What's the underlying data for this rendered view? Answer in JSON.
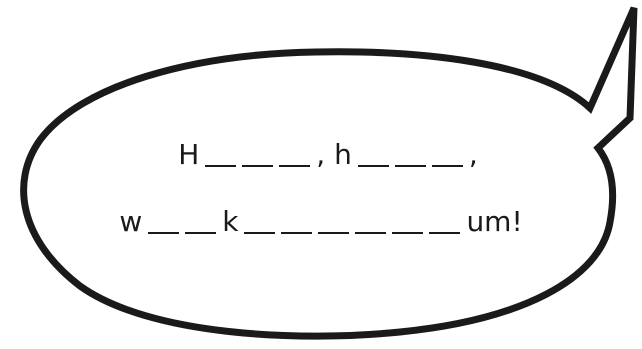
{
  "puzzle": {
    "line1": [
      {
        "type": "text",
        "value": "H"
      },
      {
        "type": "blank"
      },
      {
        "type": "blank"
      },
      {
        "type": "blank"
      },
      {
        "type": "text",
        "value": ", h"
      },
      {
        "type": "blank"
      },
      {
        "type": "blank"
      },
      {
        "type": "blank"
      },
      {
        "type": "text",
        "value": ","
      }
    ],
    "line2": [
      {
        "type": "text",
        "value": "w"
      },
      {
        "type": "blank"
      },
      {
        "type": "blank"
      },
      {
        "type": "text",
        "value": "k"
      },
      {
        "type": "blank"
      },
      {
        "type": "blank"
      },
      {
        "type": "blank"
      },
      {
        "type": "blank"
      },
      {
        "type": "blank"
      },
      {
        "type": "blank"
      },
      {
        "type": "text",
        "value": "um!"
      }
    ]
  },
  "colors": {
    "stroke": "#1a1a1a",
    "fill": "#ffffff"
  }
}
